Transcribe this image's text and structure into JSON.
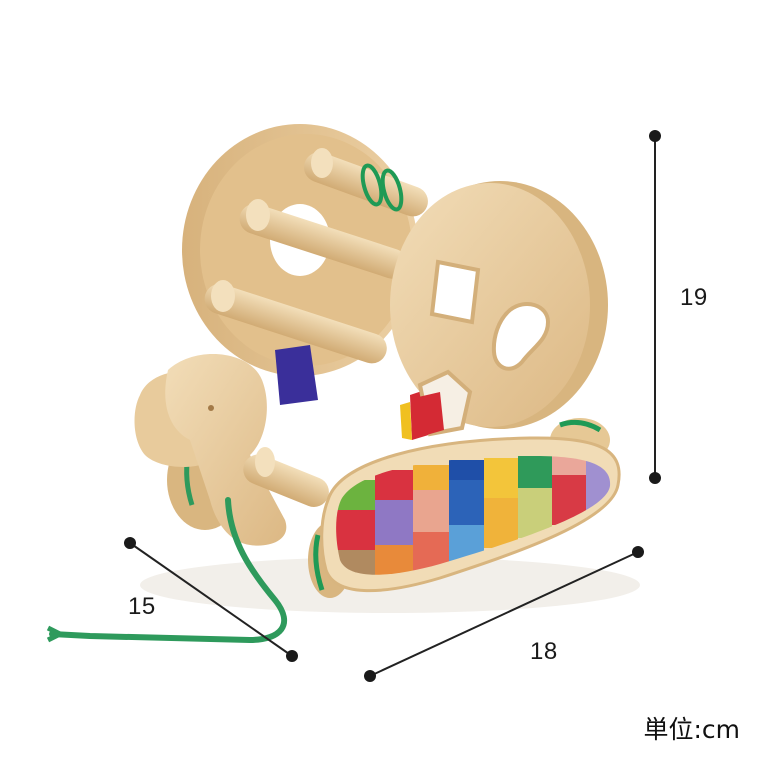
{
  "product": {
    "description": "Wooden shape-sorter pull toy with rolling drum cage and rainbow checkered side panel",
    "colors": {
      "wood": "#e6c79a",
      "wood_light": "#f1dcb6",
      "wood_dark": "#c9a572",
      "string": "#2e9a5c",
      "rubber_band": "#1f9a55",
      "block_red": "#d42a34",
      "block_blue": "#3a2f9a",
      "block_yellow": "#f0c020"
    },
    "checker_palette": [
      "#6cb33f",
      "#d93240",
      "#8f78c4",
      "#e9a58f",
      "#f0b13a",
      "#2c63b8",
      "#5aa0d8",
      "#f3c53a",
      "#f0b33a",
      "#2f9a5a",
      "#c9cf7a",
      "#d83a45",
      "#a090d0",
      "#e88a3a",
      "#e56a55",
      "#b08a60"
    ]
  },
  "dimensions": {
    "height": {
      "value": "19",
      "position": "right-vertical"
    },
    "depth": {
      "value": "15",
      "position": "left-diagonal"
    },
    "width": {
      "value": "18",
      "position": "bottom-diagonal"
    }
  },
  "unit_label": "単位:cm"
}
